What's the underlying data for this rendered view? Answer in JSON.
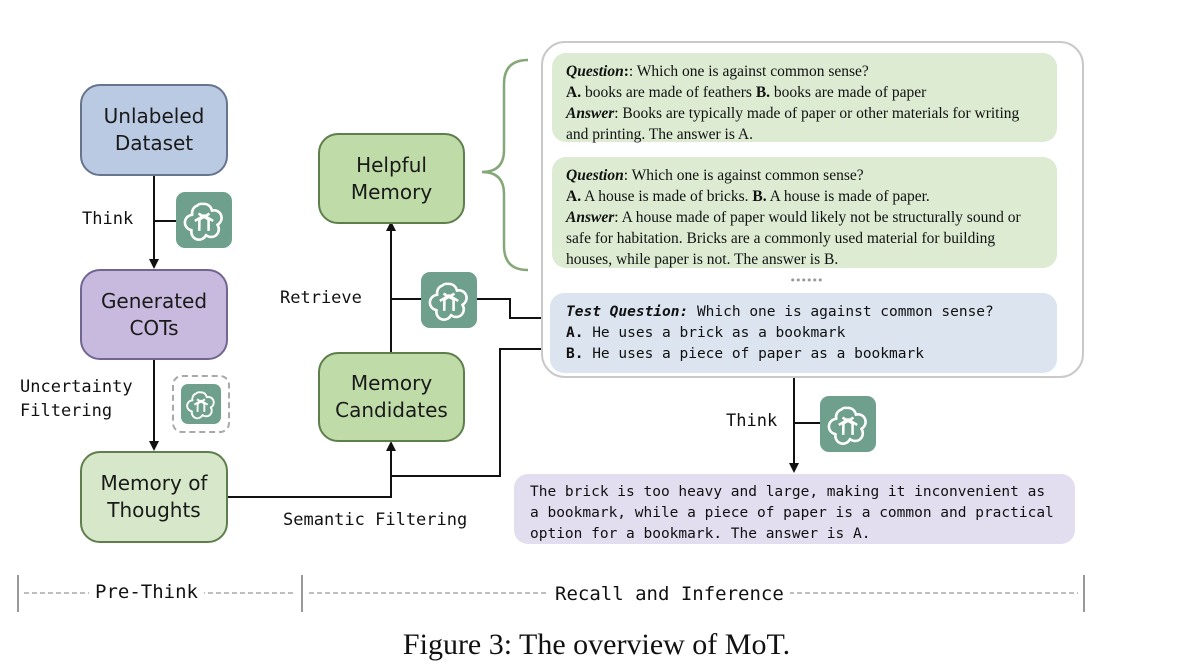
{
  "figure": {
    "caption": "Figure 3: The overview of MoT.",
    "stages": {
      "pre_think": "Pre-Think",
      "recall_inference": "Recall and Inference"
    }
  },
  "nodes": {
    "unlabeled_dataset": "Unlabeled\nDataset",
    "generated_cots": "Generated\nCOTs",
    "memory_of_thoughts": "Memory of\nThoughts",
    "memory_candidates": "Memory\nCandidates",
    "helpful_memory": "Helpful\nMemory"
  },
  "edge_labels": {
    "think_1": "Think",
    "uncertainty_filtering": "Uncertainty\nFiltering",
    "retrieve": "Retrieve",
    "semantic_filtering": "Semantic Filtering",
    "think_2": "Think"
  },
  "memory_examples": [
    {
      "question_label": "Question",
      "question": ": Which one is against common sense?",
      "option_a_label": "A.",
      "option_a": " books are made of feathers ",
      "option_b_label": "B.",
      "option_b": " books are made of paper",
      "answer_label": "Answer",
      "answer": ": Books are typically made of paper or other materials for writing and printing. The answer is A."
    },
    {
      "question_label": "Question",
      "question": ": Which one is against common sense?",
      "option_a_label": "A.",
      "option_a": " A house is made of bricks. ",
      "option_b_label": "B.",
      "option_b": " A house is made of paper.",
      "answer_label": "Answer",
      "answer": ": A house made of paper would likely not be structurally sound or safe for habitation. Bricks are a commonly used material for building houses, while paper is not. The answer is B."
    }
  ],
  "ellipsis": "••••••",
  "test_question": {
    "label": "Test Question:",
    "question": " Which one is against common sense?",
    "option_a_label": "A.",
    "option_a": " He uses a brick as a bookmark",
    "option_b_label": "B.",
    "option_b": " He uses a piece of paper as a bookmark"
  },
  "final_answer": "The brick is too heavy and large, making it inconvenient as a bookmark, while a piece of paper is a common and practical option for a bookmark. The answer is A.",
  "icons": {
    "llm": "openai-logo-icon"
  },
  "colors": {
    "gpt_icon_bg": "#6fa08d",
    "dataset_node": "#b9cae2",
    "cot_node": "#c8bade",
    "memory_node": "#d6e8c9",
    "memory_card": "#dcebd2",
    "test_card": "#dbe4ef",
    "answer_card": "#e3ddf0"
  }
}
